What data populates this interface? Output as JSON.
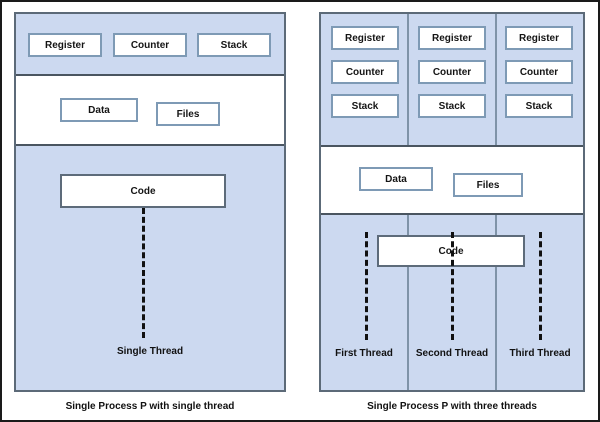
{
  "figure": {
    "title_left": "Single Process P with single thread",
    "title_right": "Single Process P with three threads"
  },
  "left_panel": {
    "caption": "Single Process P with single thread",
    "thread_section": {
      "registers_row": [
        "Register",
        "Counter",
        "Stack"
      ],
      "shared_row": [
        "Data",
        "Files"
      ],
      "code_box": "Code",
      "thread_label": "Single Thread"
    }
  },
  "right_panel": {
    "caption": "Single Process P with three threads",
    "columns": [
      {
        "registers": [
          "Register",
          "Counter",
          "Stack"
        ],
        "thread_label": "First Thread"
      },
      {
        "registers": [
          "Register",
          "Counter",
          "Stack"
        ],
        "thread_label": "Second Thread"
      },
      {
        "registers": [
          "Register",
          "Counter",
          "Stack"
        ],
        "thread_label": "Third Thread"
      }
    ],
    "shared_row": [
      "Data",
      "Files"
    ],
    "code_box": "Code"
  },
  "colors": {
    "panel_fill": "#ccd9f0",
    "panel_border": "#5c6a78",
    "box_border": "#7e9ab5",
    "band_separator": "#4a5560",
    "thread_line": "#111111",
    "white": "#ffffff",
    "outer_border": "#1a1a1a"
  }
}
